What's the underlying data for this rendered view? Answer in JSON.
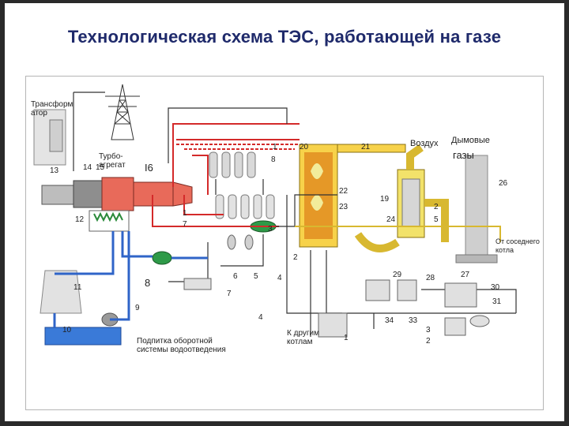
{
  "title": "Технологическая схема ТЭС, работающей на газе",
  "labels": {
    "transformer": "Трансформ атор",
    "turbo": "Турбо-агрегат",
    "air": "Воздух",
    "flue_gases_1": "Дымовые",
    "flue_gases_2": "газы",
    "neighbor_boiler": "От соседнего котла",
    "makeup": "Подпитка оборотной системы водоотведения",
    "other_boilers": "К другим котлам"
  },
  "numbers": {
    "n13": "13",
    "n14": "14",
    "n15": "15",
    "n16": "I6",
    "n18a": "1",
    "n18b": "8",
    "n20": "20",
    "n21": "21",
    "n22": "22",
    "n19": "19",
    "n23": "23",
    "n24": "24",
    "n25a": "2",
    "n25b": "5",
    "n26": "26",
    "n12": "12",
    "n17a": "1",
    "n17b": "7",
    "n3": "3",
    "n2": "2",
    "n6": "6",
    "n5": "5",
    "n4a": "4",
    "n29": "29",
    "n28": "28",
    "n27": "27",
    "n11": "11",
    "n8": "8",
    "n7": "7",
    "n30": "30",
    "n31": "31",
    "n9": "9",
    "n4b": "4",
    "n10": "10",
    "n1": "1",
    "n34": "34",
    "n33": "33",
    "n32a": "3",
    "n32b": "2"
  },
  "colors": {
    "title": "#1f2a6b",
    "steam": "#d42a2a",
    "condensate": "#2f64c8",
    "water_cooling": "#3a7ad8",
    "gas": "#d8b830",
    "pipe_dark": "#333333",
    "boiler_fire": "#e08a1e"
  }
}
